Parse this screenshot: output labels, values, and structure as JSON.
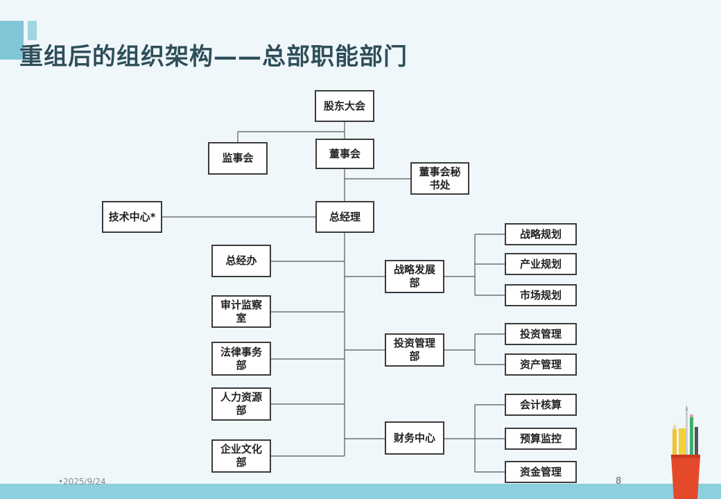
{
  "title": "重组后的组织架构——总部职能部门",
  "nodes": {
    "shareholders": "股东大会",
    "supervisory_board": "监事会",
    "board": "董事会",
    "board_secretary": "董事会秘书处",
    "tech_center": "技术中心*",
    "general_manager": "总经理",
    "gm_office": "总经办",
    "audit": "审计监察室",
    "legal": "法律事务部",
    "hr": "人力资源部",
    "culture": "企业文化部",
    "strategy_dept": "战略发展部",
    "strategy_plan": "战略规划",
    "industry_plan": "产业规划",
    "market_plan": "市场规划",
    "investment_dept": "投资管理部",
    "investment_mgmt": "投资管理",
    "asset_mgmt": "资产管理",
    "finance_center": "财务中心",
    "accounting": "会计核算",
    "budget": "预算监控",
    "fund_mgmt": "资金管理"
  },
  "footer": {
    "date": "•2025/9/24",
    "page": "8"
  },
  "colors": {
    "accent": "#7fc6d6",
    "title": "#2e4e5a",
    "bar": "#8ccfdf",
    "line": "#555555"
  }
}
